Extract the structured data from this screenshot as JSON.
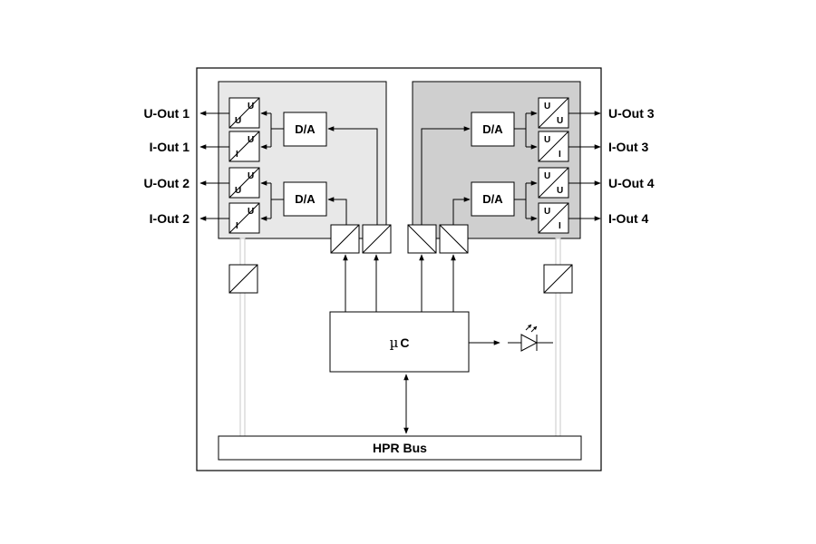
{
  "outputs": {
    "left": [
      "U-Out 1",
      "I-Out 1",
      "U-Out 2",
      "I-Out 2"
    ],
    "right": [
      "U-Out 3",
      "I-Out 3",
      "U-Out 4",
      "I-Out 4"
    ]
  },
  "converters": {
    "left": [
      {
        "top": "U",
        "bottom": "U"
      },
      {
        "top": "U",
        "bottom": "I"
      },
      {
        "top": "U",
        "bottom": "U"
      },
      {
        "top": "U",
        "bottom": "I"
      }
    ],
    "right": [
      {
        "top": "U",
        "bottom": "U"
      },
      {
        "top": "U",
        "bottom": "I"
      },
      {
        "top": "U",
        "bottom": "U"
      },
      {
        "top": "U",
        "bottom": "I"
      }
    ]
  },
  "dac_label": "D/A",
  "mcu": {
    "mu": "µ",
    "c": "C"
  },
  "bus_label": "HPR Bus",
  "colors": {
    "left_panel": "#e8e8e8",
    "right_panel": "#cfcfcf",
    "bus_line": "#c8c8c8",
    "stroke": "#000000"
  }
}
